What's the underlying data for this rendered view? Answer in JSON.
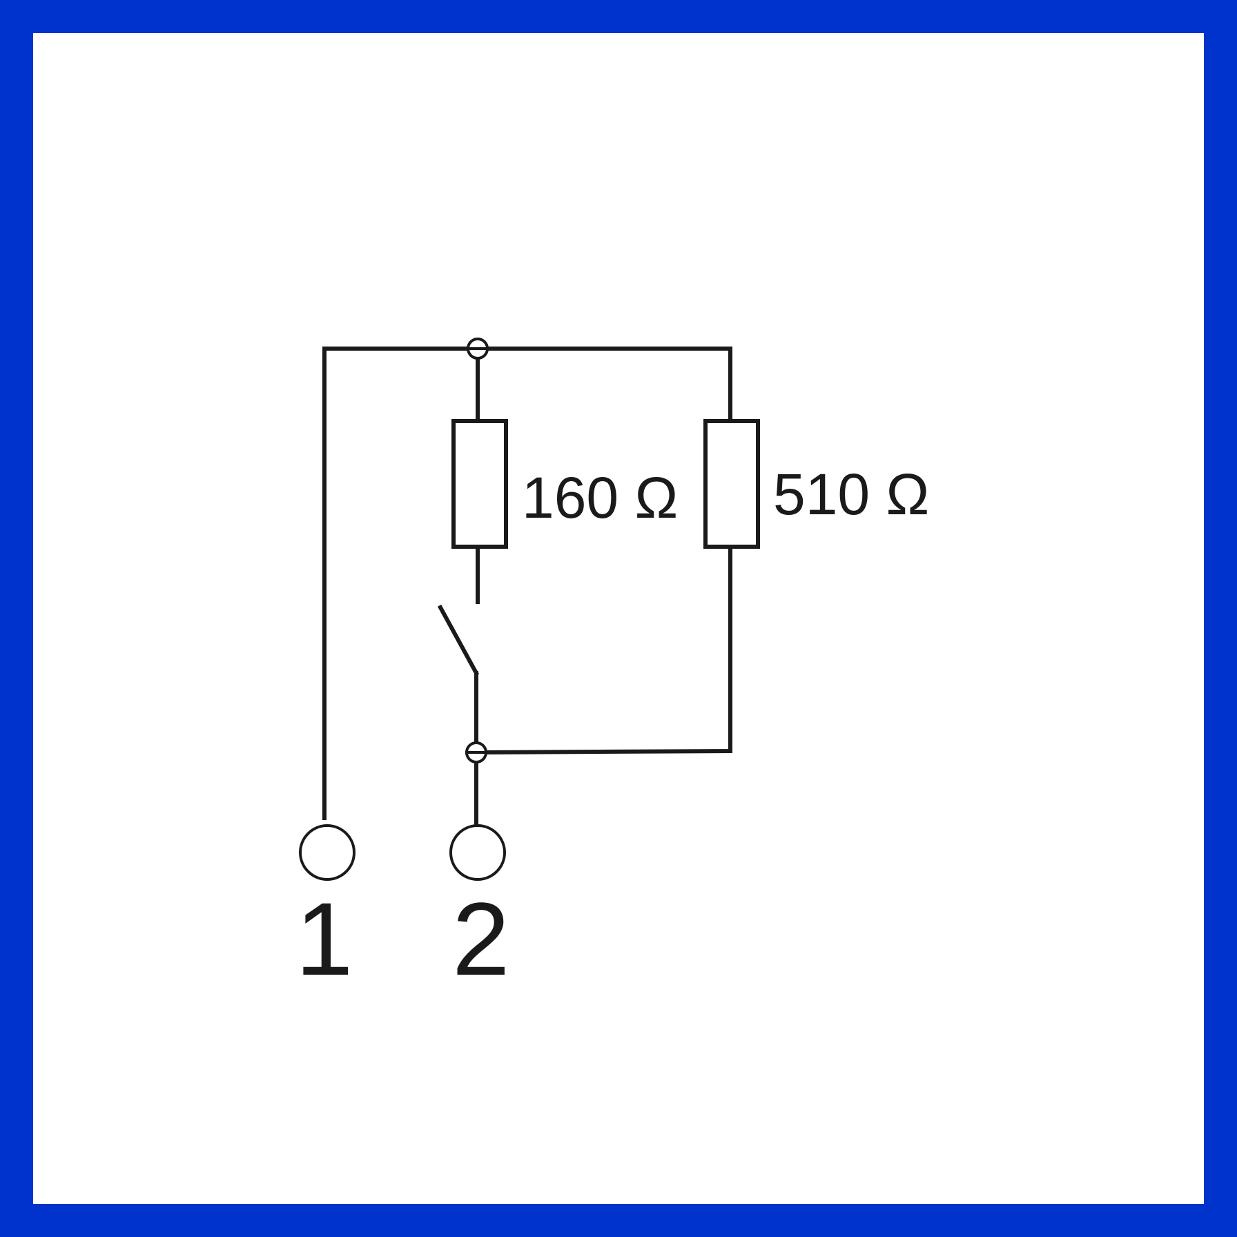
{
  "diagram": {
    "border_color": "#0033cc",
    "background_color": "#ffffff",
    "line_color": "#1a1a1a",
    "resistors": [
      {
        "id": "r1",
        "value_label": "160 Ω"
      },
      {
        "id": "r2",
        "value_label": "510 Ω"
      }
    ],
    "terminals": [
      {
        "id": "t1",
        "label": "1"
      },
      {
        "id": "t2",
        "label": "2"
      }
    ],
    "switch": {
      "state": "open"
    }
  }
}
